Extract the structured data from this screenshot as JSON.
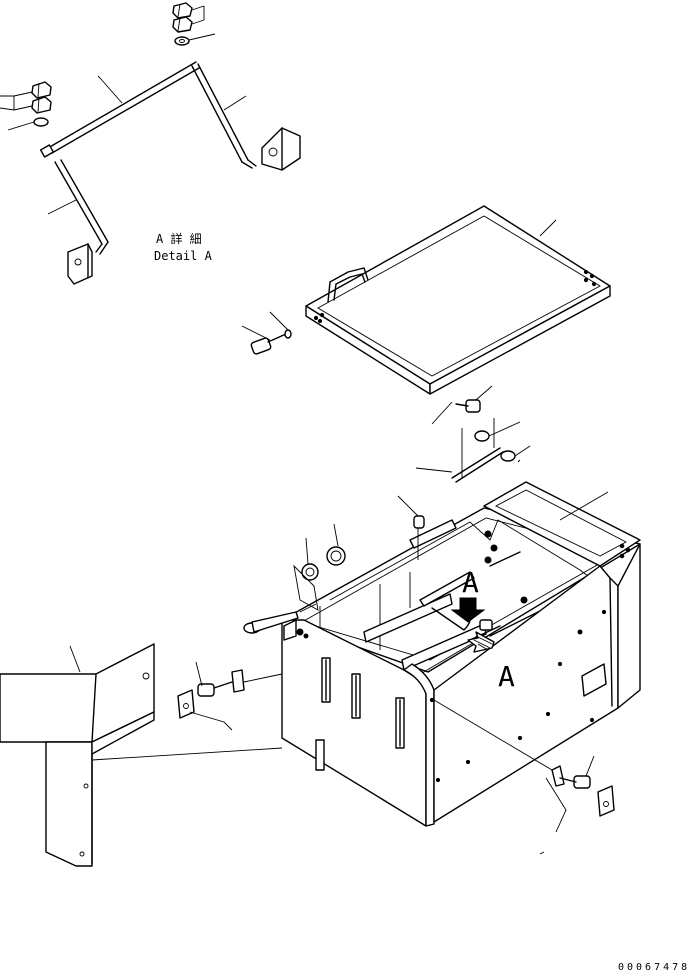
{
  "detail_label": {
    "line1": "A 詳 細",
    "line2": "Detail A"
  },
  "view_markers": {
    "a_top": "A",
    "a_side": "A"
  },
  "part_number": "00067478"
}
